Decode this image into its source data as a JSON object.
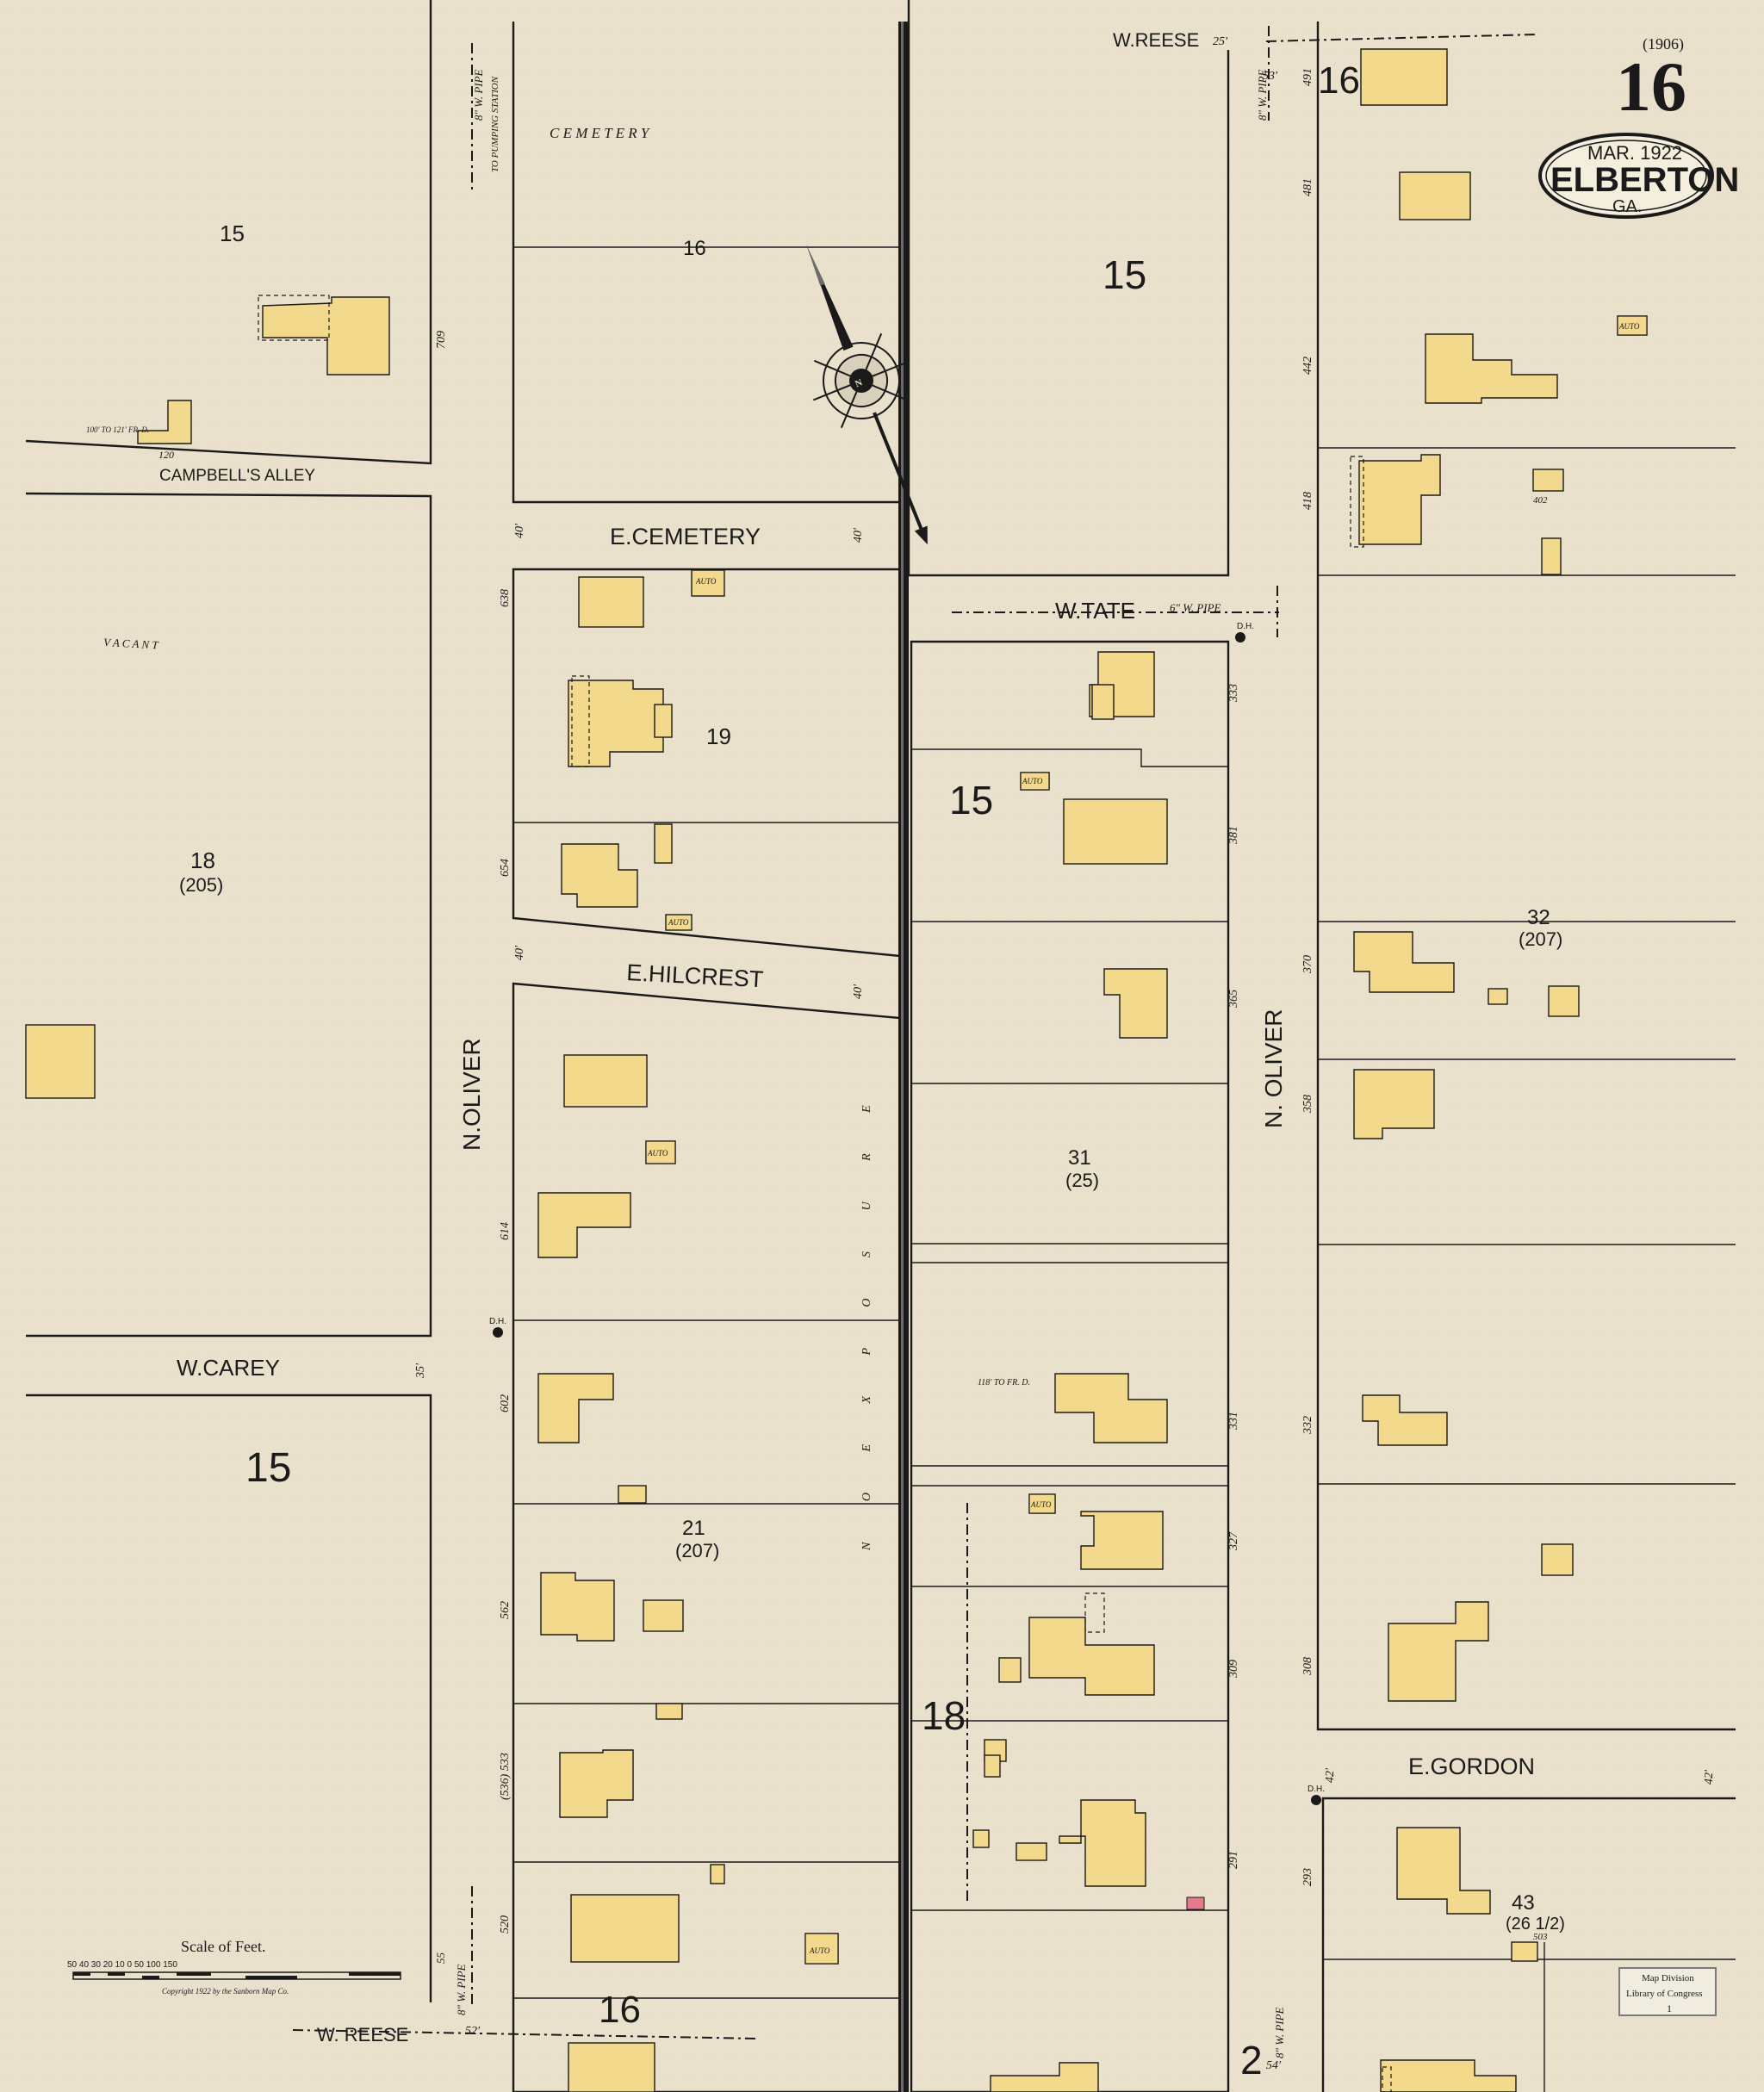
{
  "sheet": {
    "number": "16",
    "top_ref": "(1906)",
    "date": "MAR. 1922",
    "city": "ELBERTON",
    "state": "GA."
  },
  "streets": {
    "w_reese_top": "W.REESE",
    "e_cemetery": "E.CEMETERY",
    "w_tate": "W.TATE",
    "e_hilcrest": "E.HILCREST",
    "w_carey": "W.CAREY",
    "campbells_alley": "CAMPBELL'S ALLEY",
    "n_oliver_left": "N.OLIVER",
    "n_oliver_right": "N. OLIVER",
    "e_gordon": "E.GORDON",
    "w_reese_bottom": "W. REESE"
  },
  "labels": {
    "cemetery": "C E M E T E R Y",
    "vacant": "V  A  C  A  N  T",
    "exposure": "N O  E X P O S U R E",
    "pipe_top_left": "8\" W. PIPE",
    "pumping_station": "TO PUMPING STATION",
    "pipe_tate": "6\" W. PIPE",
    "pipe_top_right": "8\" W. PIPE",
    "pipe_bottom_left": "8\" W. PIPE",
    "pipe_bottom_right": "8\" W. PIPE",
    "fire_dept_1": "100' TO 121' FR. D.",
    "fire_dept_2": "118' TO FR. D.",
    "dh": "D.H.",
    "auto": "AUTO",
    "scale": "Scale of Feet.",
    "scale_ticks": "50  40  30  20  10  0        50        100        150",
    "copyright": "Copyright 1922 by the Sanborn Map Co.",
    "stamp_1": "Map Division",
    "stamp_2": "Library of Congress",
    "stamp_3": "1"
  },
  "sheet_refs": {
    "top_left_15": "15",
    "cemetery_16": "16",
    "top_right_15": "15",
    "far_right_16": "16",
    "mid_left_18": "18",
    "mid_left_18_sub": "(205)",
    "block_19": "19",
    "center_15": "15",
    "block_32": "32",
    "block_32_sub": "(207)",
    "block_31": "31",
    "block_31_sub": "(25)",
    "bottom_left_15": "15",
    "block_21": "21",
    "block_21_sub": "(207)",
    "center_18": "18",
    "block_43": "43",
    "block_43_sub": "(26 1/2)",
    "bottom_16": "16",
    "bottom_2": "2"
  },
  "address_numbers": {
    "a_709": "709",
    "a_638": "638",
    "a_654": "654",
    "a_614": "614",
    "a_602": "602",
    "a_562": "562",
    "a_536": "(536) 533",
    "a_520": "520",
    "a_491": "491",
    "a_481": "481",
    "a_442": "442",
    "a_418": "418",
    "a_370": "370",
    "a_358": "358",
    "a_333": "333",
    "a_381": "381",
    "a_365": "365",
    "a_331": "331",
    "a_327": "327",
    "a_309": "309",
    "a_291": "291",
    "a_332": "332",
    "a_308": "308",
    "a_293": "293",
    "a_120": "120",
    "a_40a": "40'",
    "a_40b": "40'",
    "a_40c": "40'",
    "a_40d": "40'",
    "a_35": "35'",
    "a_55": "55",
    "a_42a": "42'",
    "a_42b": "42'",
    "a_402": "402",
    "a_503": "503",
    "a_25": "25'",
    "a_53": "53'",
    "a_54": "54'",
    "a_52": "52'"
  },
  "colors": {
    "paper": "#e9e0cb",
    "dwelling": "#f2d98c",
    "line": "#1a1a1a",
    "street": "#e9e0cb"
  }
}
